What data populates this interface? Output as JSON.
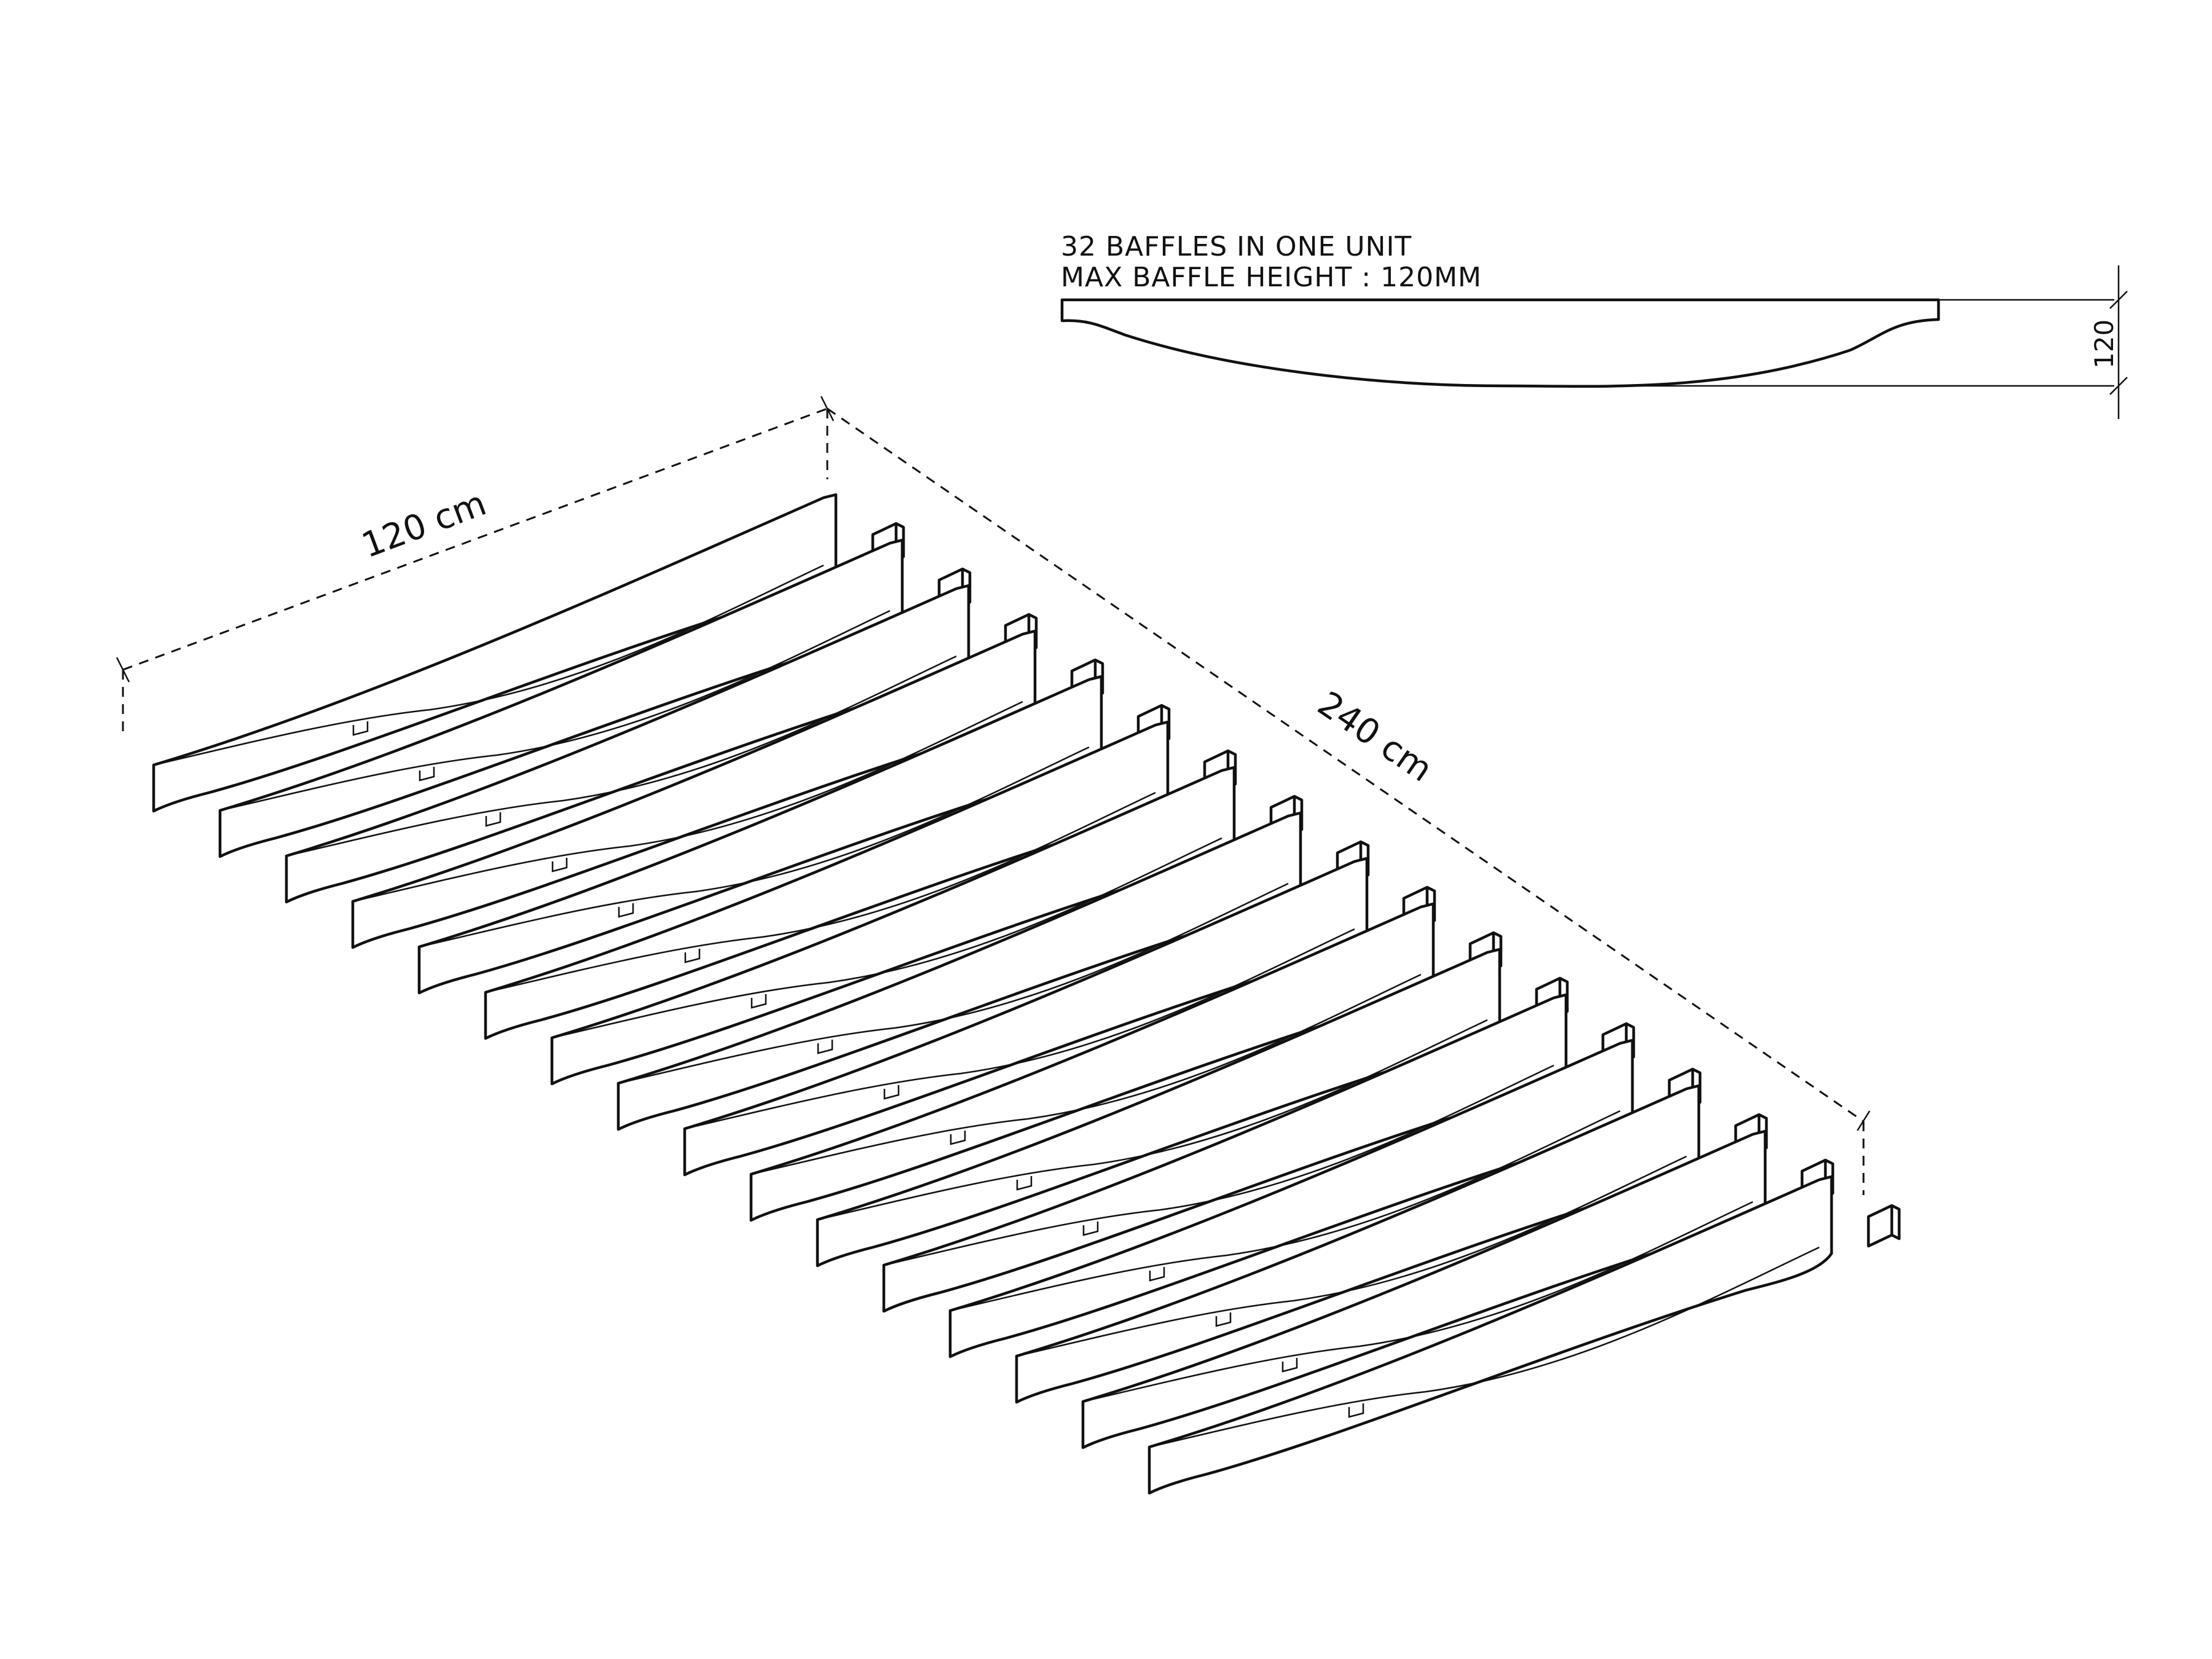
{
  "notes": {
    "line1": "32 BAFFLES IN ONE UNIT",
    "line2": "MAX BAFFLE HEIGHT : 120MM"
  },
  "dimensions": {
    "width_label": "120 cm",
    "length_label": "240 cm",
    "baffle_height_label": "120"
  },
  "baffle_count_drawn": 16,
  "colors": {
    "line": "#111111",
    "background": "#ffffff"
  }
}
